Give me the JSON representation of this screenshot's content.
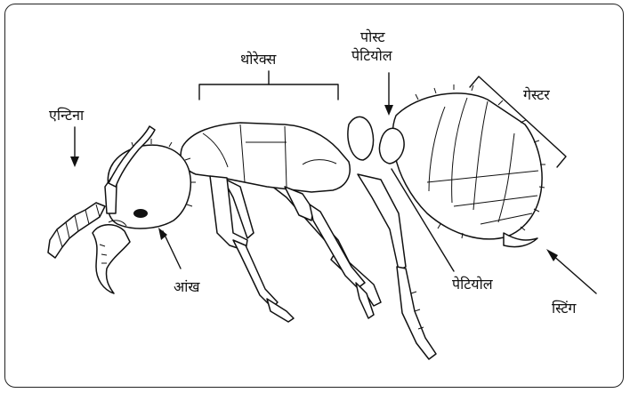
{
  "diagram": {
    "labels": {
      "antenna": "एन्टिना",
      "thorax": "थोरेक्स",
      "post_petiole_line1": "पोस्ट",
      "post_petiole_line2": "पेटियोल",
      "gaster": "गेस्टर",
      "eye": "आंख",
      "petiole": "पेटियोल",
      "sting": "स्टिंग"
    }
  }
}
